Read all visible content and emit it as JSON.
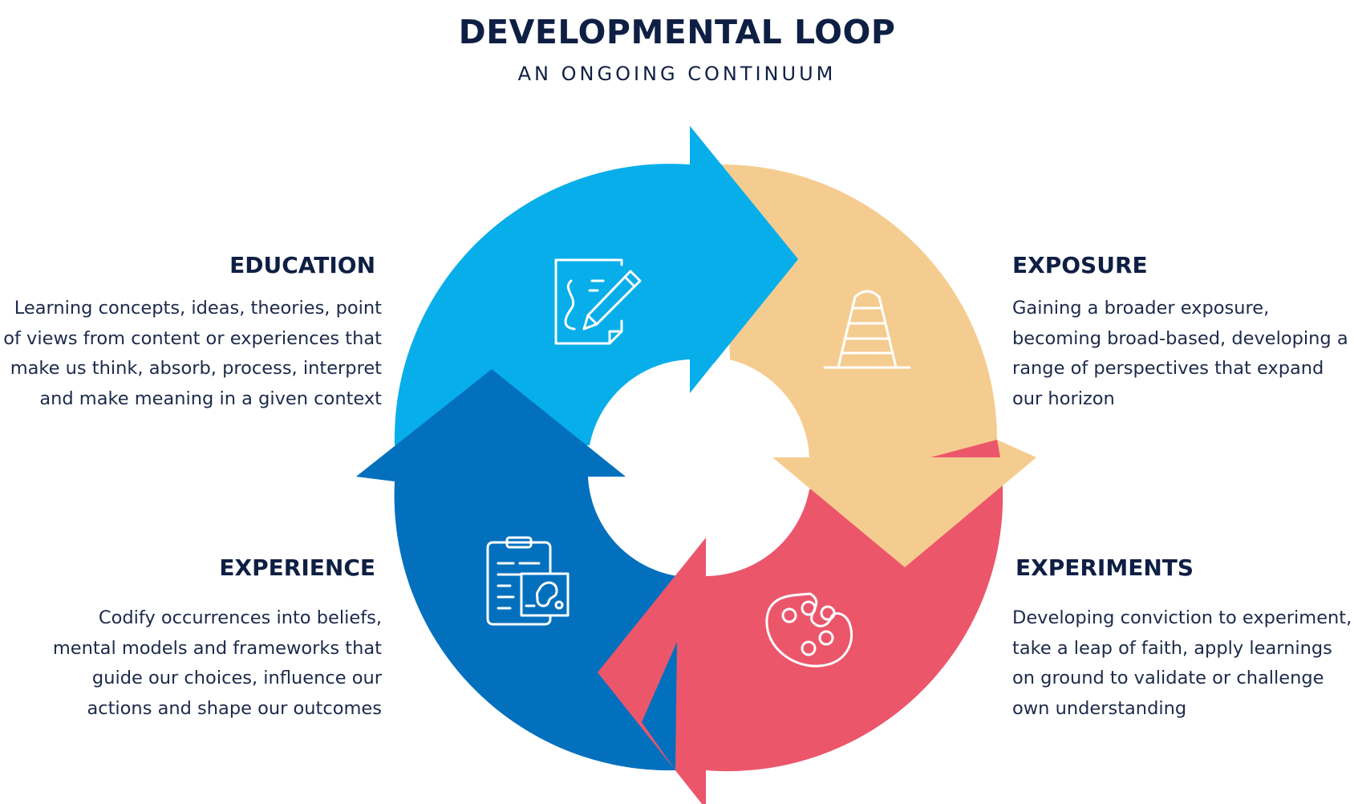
{
  "header": {
    "title": "DEVELOPMENTAL LOOP",
    "subtitle": "AN ONGOING CONTINUUM"
  },
  "colors": {
    "education": "#07aeea",
    "exposure": "#f5cc8f",
    "experiments": "#ec566b",
    "experience": "#0370be",
    "heading": "#0f1f44"
  },
  "stages": {
    "education": {
      "heading": "EDUCATION",
      "icon": "document-pencil-icon",
      "lines": [
        "Learning concepts, ideas, theories, point",
        "of views from content or experiences that",
        "make us think, absorb, process, interpret",
        "and make meaning in a given context"
      ]
    },
    "exposure": {
      "heading": "EXPOSURE",
      "icon": "traffic-cone-icon",
      "lines": [
        "Gaining a broader exposure,",
        "becoming broad-based, developing a",
        "range of perspectives that expand",
        "our horizon"
      ]
    },
    "experiments": {
      "heading": "EXPERIMENTS",
      "icon": "paint-palette-icon",
      "lines": [
        "Developing conviction to experiment,",
        "take a leap of faith, apply learnings",
        "on ground to validate or challenge",
        "own understanding"
      ]
    },
    "experience": {
      "heading": "EXPERIENCE",
      "icon": "clipboard-image-icon",
      "lines": [
        "Codify occurrences into beliefs,",
        "mental models and frameworks that",
        "guide our choices, influence our",
        "actions and shape our outcomes"
      ]
    }
  }
}
